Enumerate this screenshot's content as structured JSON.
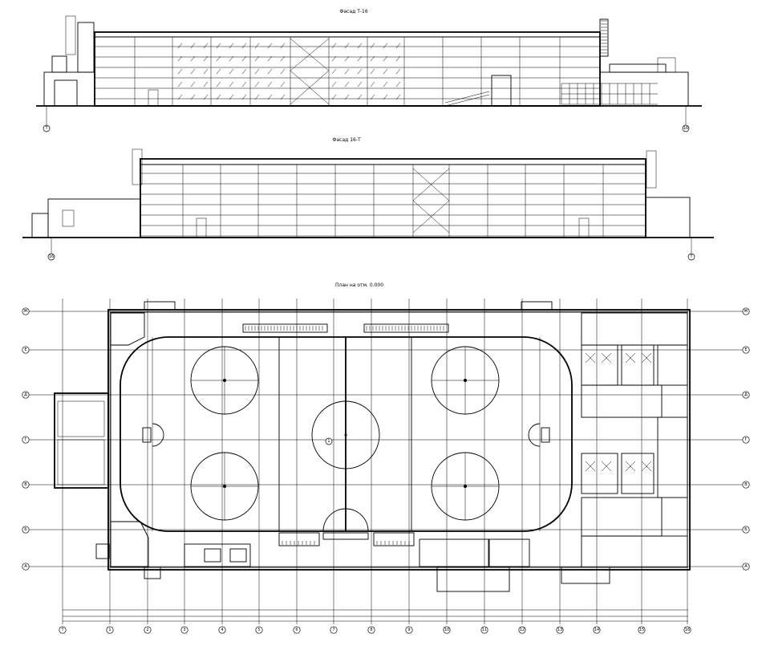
{
  "facade_top": {
    "title": "Фасад Т-16"
  },
  "facade_bottom": {
    "title": "Фасад 16-Т"
  },
  "plan": {
    "title": "План на отм. 0.000",
    "rink_label": "1"
  },
  "axes": {
    "bottom": [
      "Т",
      "1",
      "2",
      "3",
      "4",
      "5",
      "6",
      "7",
      "8",
      "9",
      "10",
      "11",
      "12",
      "13",
      "14",
      "15",
      "16"
    ],
    "side": [
      "Ж",
      "Е",
      "Д",
      "Г",
      "В",
      "Б",
      "А"
    ],
    "facade_top_ends": [
      "Т",
      "16"
    ],
    "facade_bottom_ends": [
      "16",
      "Т"
    ]
  }
}
